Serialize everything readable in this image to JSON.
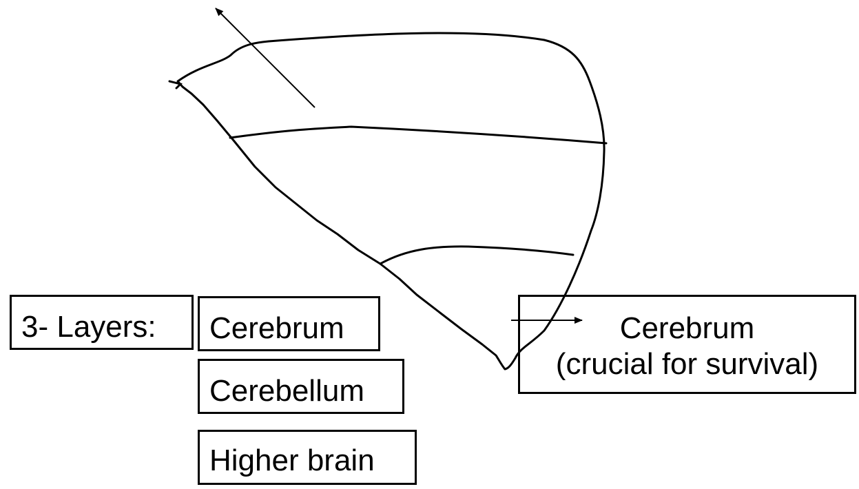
{
  "labels": {
    "layers": "3- Layers:",
    "cerebrum": "Cerebrum",
    "cerebellum": "Cerebellum",
    "higher_brain": "Higher brain"
  },
  "callout": {
    "title": "Cerebrum",
    "note": "(crucial for survival)"
  },
  "colors": {
    "ink": "#000000",
    "background": "#ffffff"
  }
}
